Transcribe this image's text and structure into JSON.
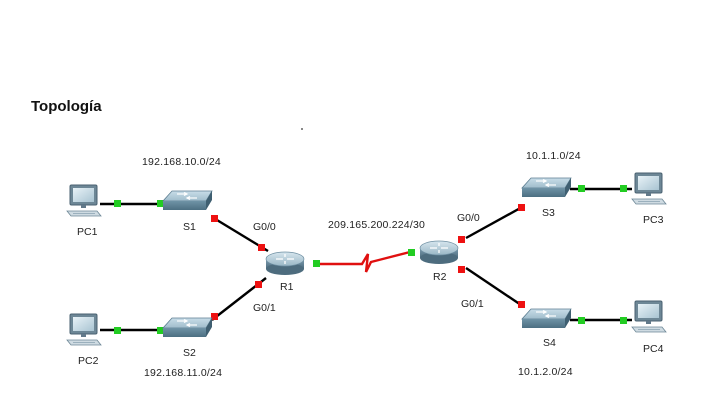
{
  "heading": "Topología",
  "colors": {
    "cable": "#000000",
    "serial": "#e01010",
    "port_up": "#22cc22",
    "port_down": "#ee1111"
  },
  "devices": {
    "pc1": "PC1",
    "pc2": "PC2",
    "pc3": "PC3",
    "pc4": "PC4",
    "s1": "S1",
    "s2": "S2",
    "s3": "S3",
    "s4": "S4",
    "r1": "R1",
    "r2": "R2"
  },
  "networks": {
    "lan_s1": "192.168.10.0/24",
    "lan_s2": "192.168.11.0/24",
    "wan": "209.165.200.224/30",
    "lan_s3": "10.1.1.0/24",
    "lan_s4": "10.1.2.0/24"
  },
  "interfaces": {
    "r1_g00": "G0/0",
    "r1_g01": "G0/1",
    "r2_g00": "G0/0",
    "r2_g01": "G0/1"
  },
  "icons": {
    "pc": "pc-icon",
    "switch": "switch-icon",
    "router": "router-icon"
  }
}
